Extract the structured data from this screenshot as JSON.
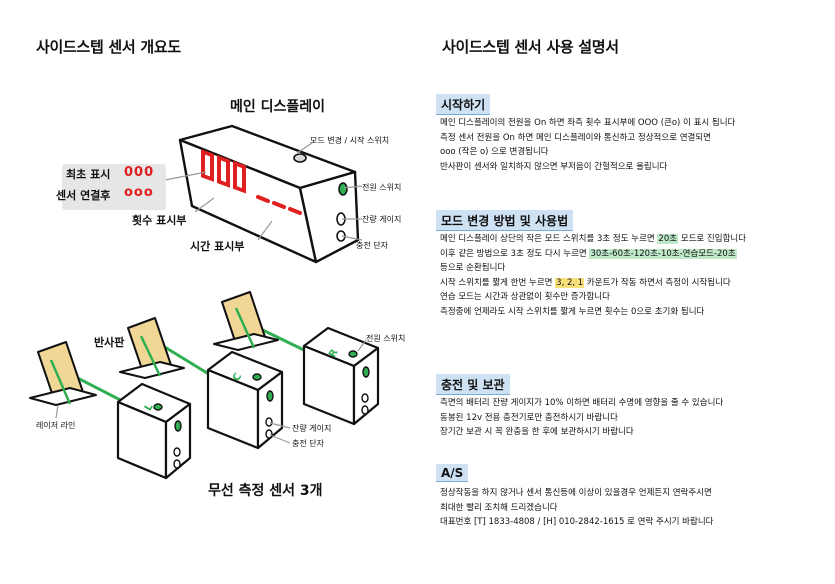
{
  "left": {
    "title": "사이드스텝 센서 개요도",
    "display_title": "메인 디스플레이",
    "mode_switch_label": "모드 변경 / 시작 스위치",
    "power_switch_label": "전원 스위치",
    "battery_gauge_label": "잔량 게이지",
    "charge_port_label": "충전 단자",
    "initial_label": "최초 표시",
    "initial_value": "000",
    "connected_label": "센서 연결후",
    "connected_value": "ooo",
    "count_display_label": "횟수 표시부",
    "time_display_label": "시간 표시부",
    "reflector_label": "반사판",
    "laser_label": "레이저 라인",
    "sensor_power_label": "전원 스위치",
    "sensor_gauge_label": "잔량 게이지",
    "sensor_charge_label": "충전 단자",
    "sensor_letters": [
      "L",
      "C",
      "R"
    ],
    "sensors_title": "무선 측정 센서 3개"
  },
  "right": {
    "title": "사이드스텝 센서 사용 설명서",
    "sections": [
      {
        "heading": "시작하기",
        "lines": [
          "메인 디스플레이의 전원을 On 하면 좌측 횟수 표시부에 OOO (큰o) 이 표시 됩니다",
          "측정 센서 전원을 On 하면 메인 디스플레이와 통신하고 정상적으로 연결되면",
          "ooo (작은 o) 으로 변경됩니다",
          "반사판이 센서와 일치하지 않으면 부저음이 간헐적으로 울립니다"
        ]
      },
      {
        "heading": "모드 변경 방법 및 사용법",
        "line1_pre": "메인 디스플레이 상단의 작은 모드 스위치를 3초 정도 누르면 ",
        "line1_mark": "20초",
        "line1_post": " 모드로 진입합니다",
        "line2_pre": "이후 같은 방법으로 3초 정도 다시 누르면 ",
        "line2_mark": "30초-60초-120초-10초-연습모드-20초",
        "line3": "등으로 순환됩니다",
        "line4_pre": "시작 스위치를 짧게 한번 누르면 ",
        "line4_mark": "3, 2, 1",
        "line4_post": " 카운트가 작동 하면서 측정이 시작됩니다",
        "line5": "연습 모드는 시간과 상관없이 횟수만 증가합니다",
        "line6": "측정중에 언제라도 시작 스위치를 짧게 누르면 횟수는 0으로 초기화 됩니다"
      },
      {
        "heading": "충전 및 보관",
        "lines": [
          "측면의 배터리 잔량 게이지가 10% 이하면 배터리 수명에 영향을 줄 수 있습니다",
          "동봉된 12v 전용 충전기로만 충전하시기 바랍니다",
          "장기간 보관 시 꼭 완충을 한 후에 보관하시기 바랍니다"
        ]
      },
      {
        "heading": "A/S",
        "lines": [
          "정상작동을 하지 않거나 센서 통신등에 이상이 있을경우 언제든지 연락주시면",
          "최대한 빨리 조치해 드리겠습니다",
          "대표번호 [T] 1833-4808 / [H] 010-2842-1615 로 연락 주시기 바랍니다"
        ]
      }
    ]
  },
  "colors": {
    "title_highlight": "#f7c31f",
    "heading_bg": "#cfe2f4",
    "mark_green": "#bfe8c8",
    "mark_yellow": "#f7df7a",
    "led_red": "#e02020",
    "sensor_green": "#2fae52",
    "reflector": "#f1d796"
  }
}
